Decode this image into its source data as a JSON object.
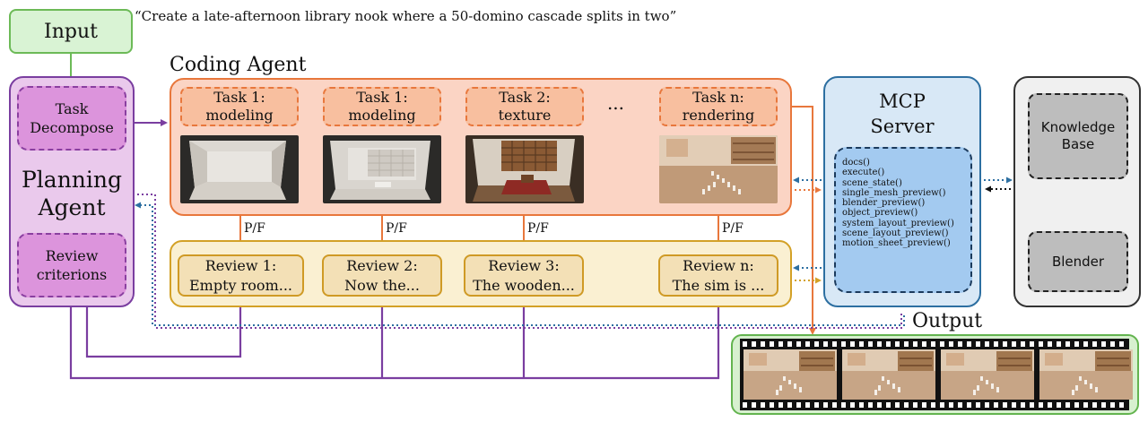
{
  "prompt": "“Create a late-afternoon library nook where a 50-domino cascade splits in two”",
  "input": {
    "label": "Input"
  },
  "planning_agent": {
    "title_line1": "Planning",
    "title_line2": "Agent",
    "task_decompose": {
      "line1": "Task",
      "line2": "Decompose"
    },
    "review_criterions": {
      "line1": "Review",
      "line2": "criterions"
    }
  },
  "coding_agent": {
    "title": "Coding Agent",
    "tasks": [
      {
        "line1": "Task 1:",
        "line2": "modeling",
        "render": "render-empty-room"
      },
      {
        "line1": "Task 1:",
        "line2": "modeling",
        "render": "render-room-shelving"
      },
      {
        "line1": "Task 2:",
        "line2": "texture",
        "render": "render-textured-library"
      },
      {
        "line1": "Task n:",
        "line2": "rendering",
        "render": "render-domino-scene"
      }
    ],
    "ellipsis": "..."
  },
  "reviews": [
    {
      "line1": "Review 1:",
      "line2": "Empty room..."
    },
    {
      "line1": "Review 2:",
      "line2": "Now the..."
    },
    {
      "line1": "Review 3:",
      "line2": "The wooden..."
    },
    {
      "line1": "Review n:",
      "line2": "The sim is ..."
    }
  ],
  "pf_label": "P/F",
  "mcp_server": {
    "title_line1": "MCP",
    "title_line2": "Server",
    "functions": [
      "docs()",
      "execute()",
      "scene_state()",
      "single_mesh_preview()",
      "blender_preview()",
      "object_preview()",
      "system_layout_preview()",
      "scene_layout_preview()",
      "motion_sheet_preview()"
    ]
  },
  "tools": {
    "knowledge_base": {
      "line1": "Knowledge",
      "line2": "Base"
    },
    "blender": {
      "label": "Blender"
    }
  },
  "output": {
    "title": "Output",
    "frame_count": 4
  },
  "colors": {
    "planning_purple": "#7a3ea0",
    "coding_orange": "#e8773c",
    "review_gold": "#d3a127",
    "mcp_blue": "#2d6fa1",
    "input_green": "#6cba57"
  }
}
